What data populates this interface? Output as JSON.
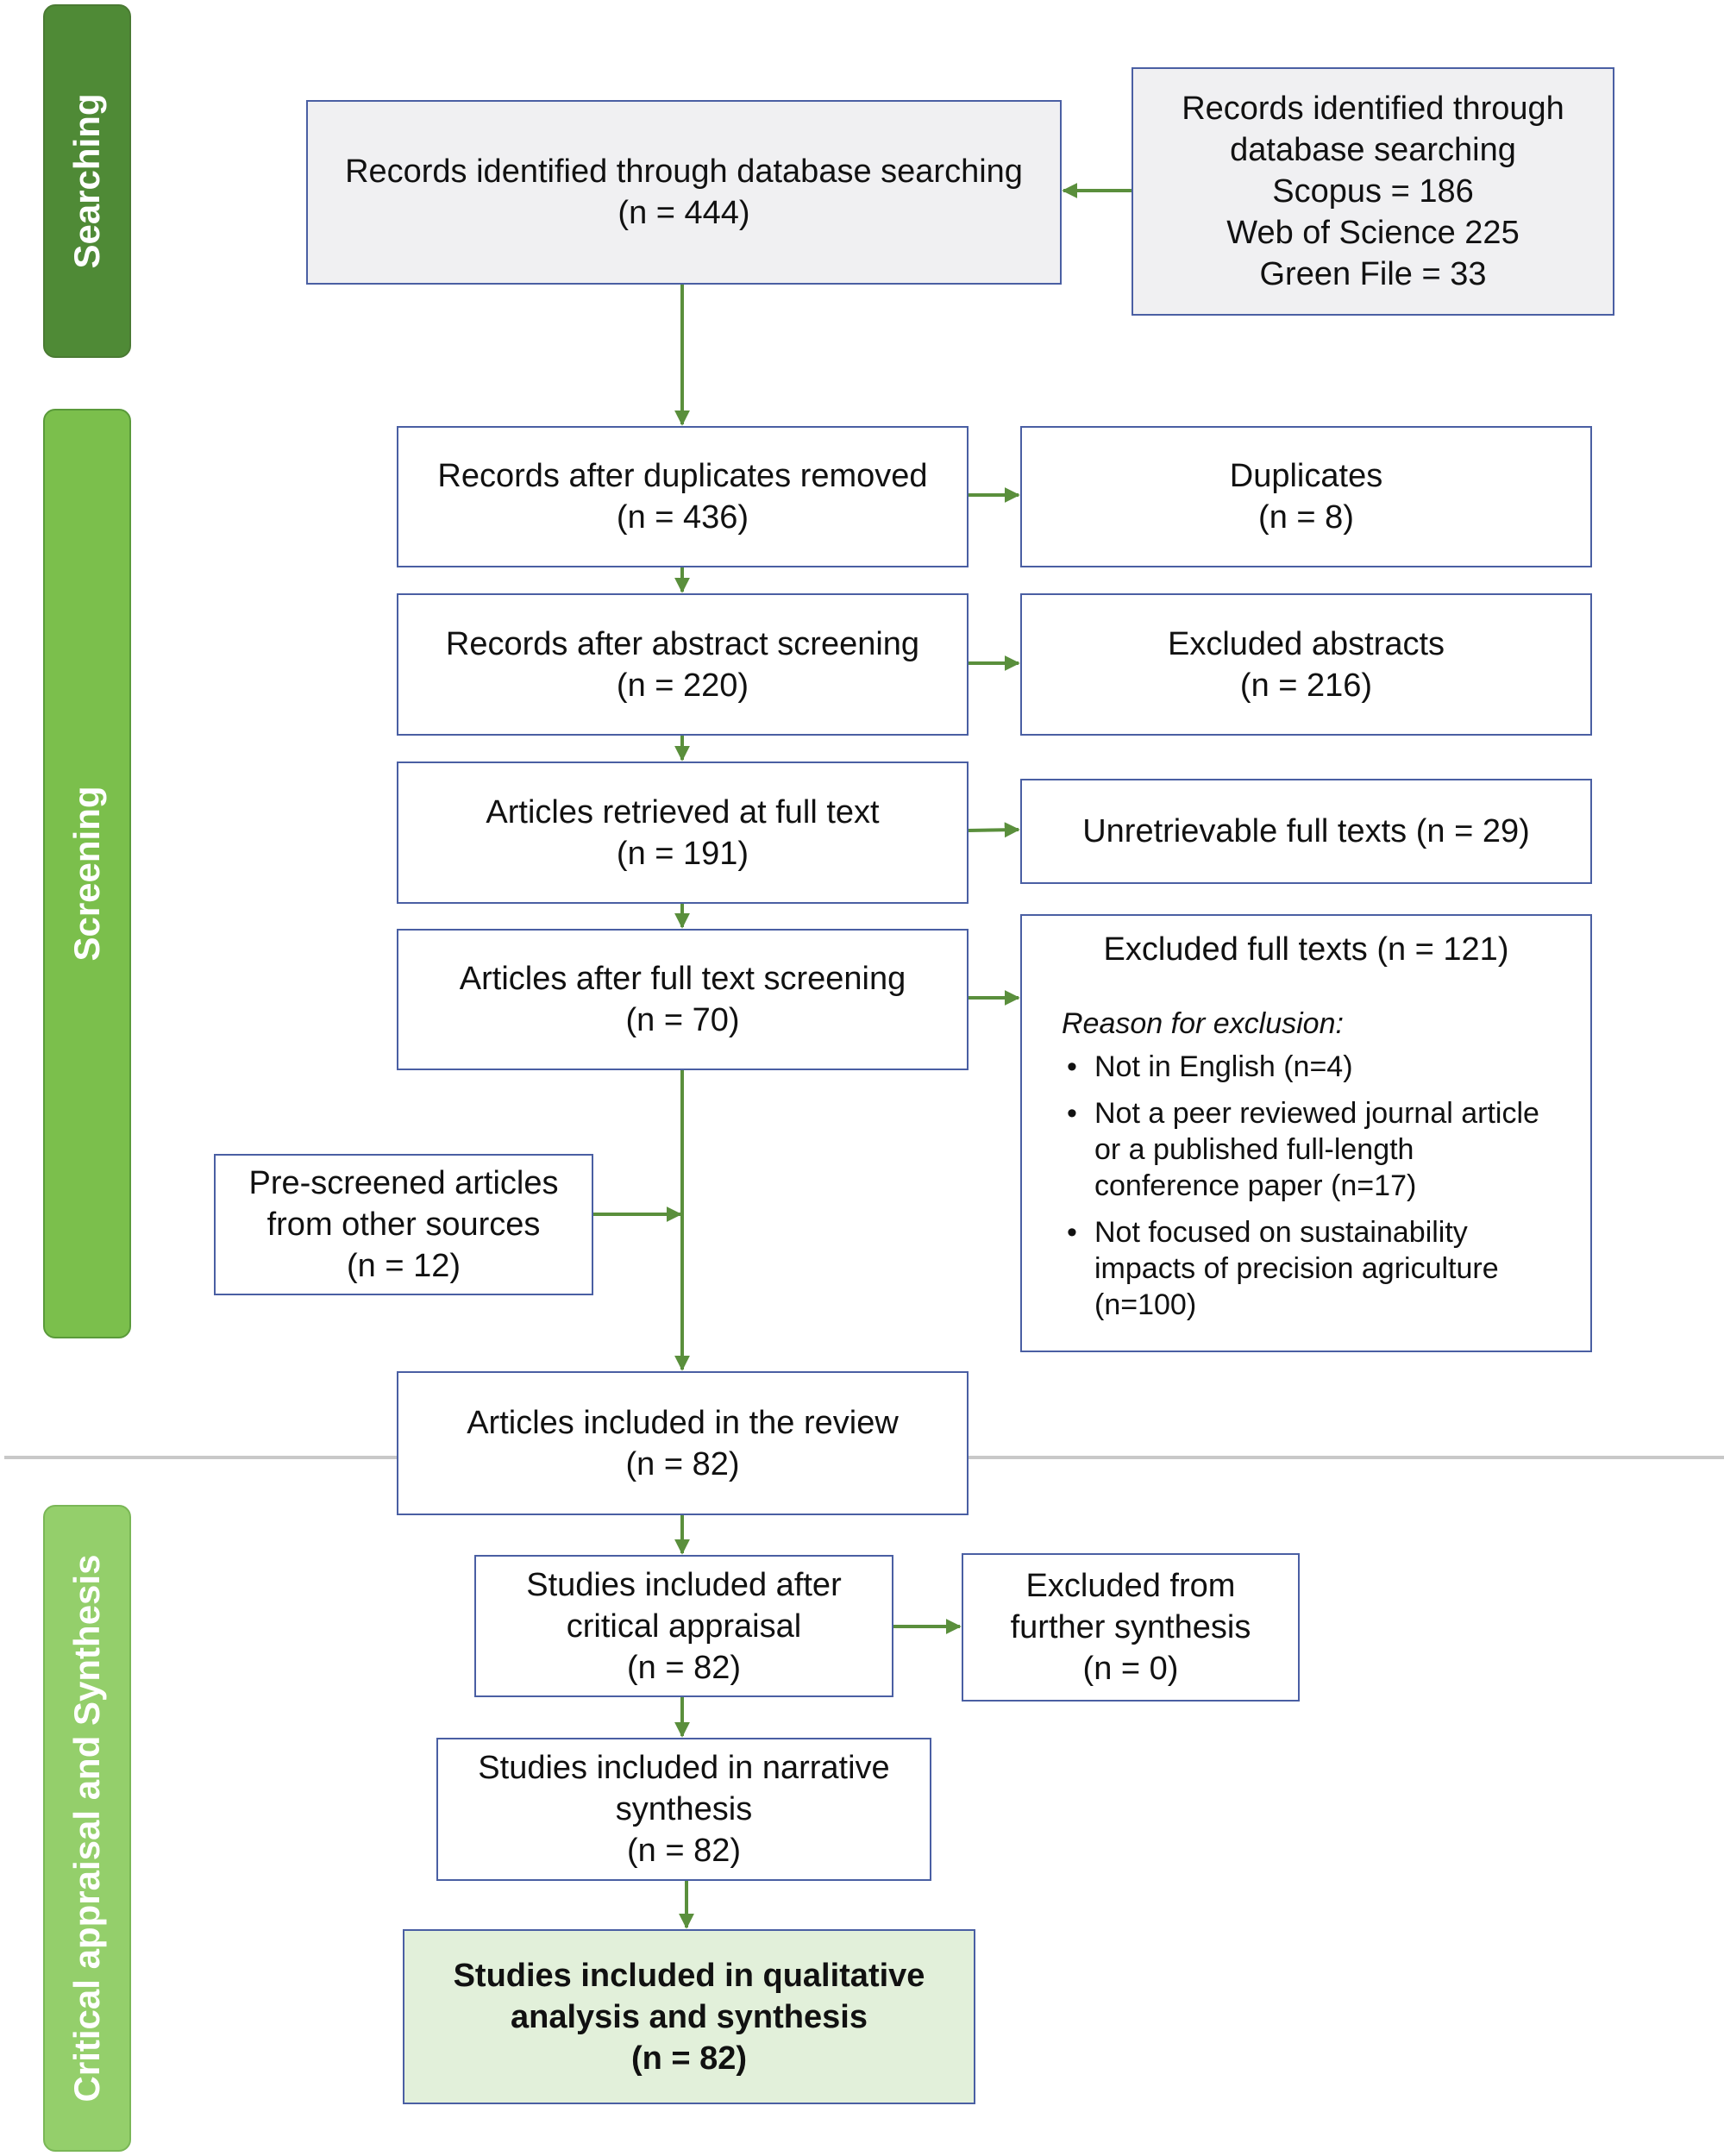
{
  "colors": {
    "searching_band": "#4f8a36",
    "screening_band": "#7bbf4c",
    "appraisal_band": "#94cf6b",
    "arrow": "#5a8f3c",
    "box_border": "#4a5fa3",
    "final_fill": "#e2f0da",
    "grey_fill": "#f0f0f2",
    "divider": "#c8c8c8"
  },
  "phases": {
    "searching": "Searching",
    "screening": "Screening",
    "appraisal": "Critical appraisal and Synthesis"
  },
  "boxes": {
    "identified": [
      "Records identified through database searching",
      "(n = 444)"
    ],
    "sources": [
      "Records identified through",
      "database searching",
      "Scopus = 186",
      "Web of Science 225",
      "Green File = 33"
    ],
    "dedup": [
      "Records after duplicates removed",
      "(n = 436)"
    ],
    "duplicates": [
      "Duplicates",
      "(n = 8)"
    ],
    "abstract": [
      "Records after abstract screening",
      "(n = 220)"
    ],
    "excluded_abstracts": [
      "Excluded abstracts",
      "(n = 216)"
    ],
    "retrieved": [
      "Articles retrieved at full text",
      "(n = 191)"
    ],
    "unretrievable": [
      "Unretrievable full texts (n = 29)"
    ],
    "fulltext": [
      "Articles after full text screening",
      "(n = 70)"
    ],
    "prescreened": [
      "Pre-screened articles",
      "from other sources",
      "(n = 12)"
    ],
    "included_review": [
      "Articles included in the review",
      "(n = 82)"
    ],
    "appraisal": [
      "Studies included after",
      "critical appraisal",
      "(n = 82)"
    ],
    "excluded_synthesis": [
      "Excluded from",
      "further synthesis",
      "(n = 0)"
    ],
    "narrative": [
      "Studies included in narrative",
      "synthesis",
      "(n = 82)"
    ],
    "qualitative": [
      "Studies included in qualitative",
      "analysis and synthesis",
      "(n = 82)"
    ]
  },
  "excluded_fulltexts": {
    "title": "Excluded full texts (n = 121)",
    "reason_label": "Reason for exclusion:",
    "reasons": [
      [
        "Not in English (n=4)"
      ],
      [
        "Not a peer reviewed journal article",
        "or a published full-length",
        "conference paper (n=17)"
      ],
      [
        "Not focused on sustainability",
        "impacts of precision agriculture",
        "(n=100)"
      ]
    ]
  }
}
